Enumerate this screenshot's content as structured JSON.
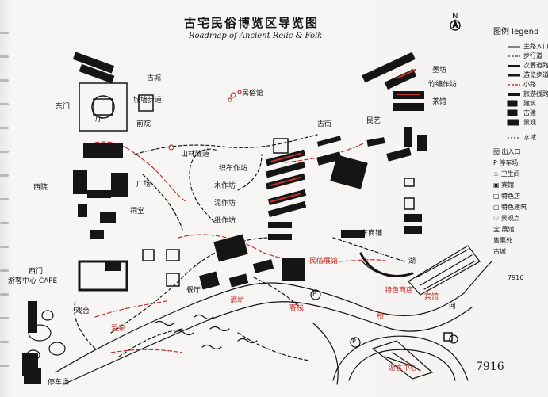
{
  "title": "古宅民俗博览区导览图",
  "subtitle": "Roadmap of Ancient Relic & Folk",
  "compass": "N",
  "legend": {
    "title": "图例 legend",
    "line_items": [
      "主路入口",
      "步行道",
      "次要道路",
      "游览步道",
      "小路",
      "旅游线路",
      "建筑",
      "古建",
      "景观",
      "水域"
    ],
    "extra_lines": [
      "图 出入口",
      "P 停车场",
      "♨ 卫生间",
      "▣ 宾馆",
      "□ 特色店",
      "▢ 特色建筑",
      "☉ 景观点",
      "宝 展馆",
      "售票处",
      "古城",
      "7916"
    ]
  },
  "labels": {
    "ancient_wall": "古城",
    "east_gate": "东门",
    "wall_walk": "城墙步道",
    "hall": "厅",
    "west_courtyard": "西院",
    "front_yard": "前院",
    "tunnel": "山林隧道",
    "plaza": "广场",
    "ancestor_hall": "祠堂",
    "folk_hall": "民俗馆",
    "weaving": "织布作坊",
    "wood_workshop": "木作坊",
    "clay_workshop": "泥作坊",
    "paper_workshop": "纸作坊",
    "ink_workshop": "墨坊",
    "bamboo_workshop": "竹编作坊",
    "tea_house": "茶馆",
    "old_street": "古街",
    "folk_art": "民艺",
    "west_gate": "西门",
    "cafe": "游客中心 CAFE",
    "parking_lot": "停车场",
    "stage": "戏台",
    "hot_spring": "温泉",
    "restaurant": "餐厅",
    "wine_cellar": "酒坊",
    "folk_exhibit": "民俗展馆",
    "lodge": "客栈",
    "shops": "特色商店",
    "inn": "宾馆",
    "visitor_center": "游客中心",
    "lake": "湖",
    "bridge": "桥",
    "east_shop": "东商铺",
    "river": "河",
    "p": "P"
  },
  "notes": {
    "scale_note": "7916"
  },
  "colors": {
    "ink": "#151515",
    "accent": "#c9302c",
    "paper": "#f5f4f2"
  }
}
